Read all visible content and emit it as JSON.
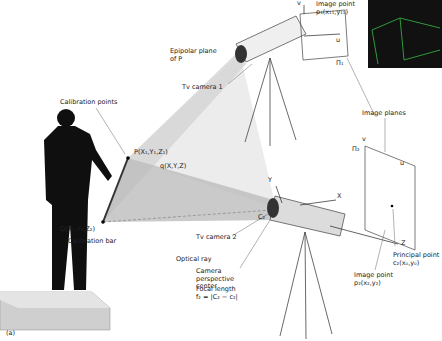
{
  "diagram": {
    "labels": [
      "Image point",
      "p₁(x₁₁,y₁₁)",
      "v",
      "u",
      "Π₁",
      "Epipolar plane of P",
      "Tv camera 1",
      "Calibration points",
      "P(X₁,Y₁,Z₁)",
      "Q(X₂,Y₂,Z₂)",
      "Calibration bar",
      "q(X,Y,Z)",
      "Image planes",
      "Optical ray",
      "Y",
      "X",
      "Z",
      "C₂",
      "Tv camera 2",
      "Camera perspective center",
      "Focal length",
      "f₂ = |C₂ − c₂|",
      "Π₂",
      "u",
      "v",
      "Principal point",
      "c₂(x₀,y₀)",
      "Image point",
      "p₂(x₂,y₂)",
      "(a)"
    ]
  }
}
